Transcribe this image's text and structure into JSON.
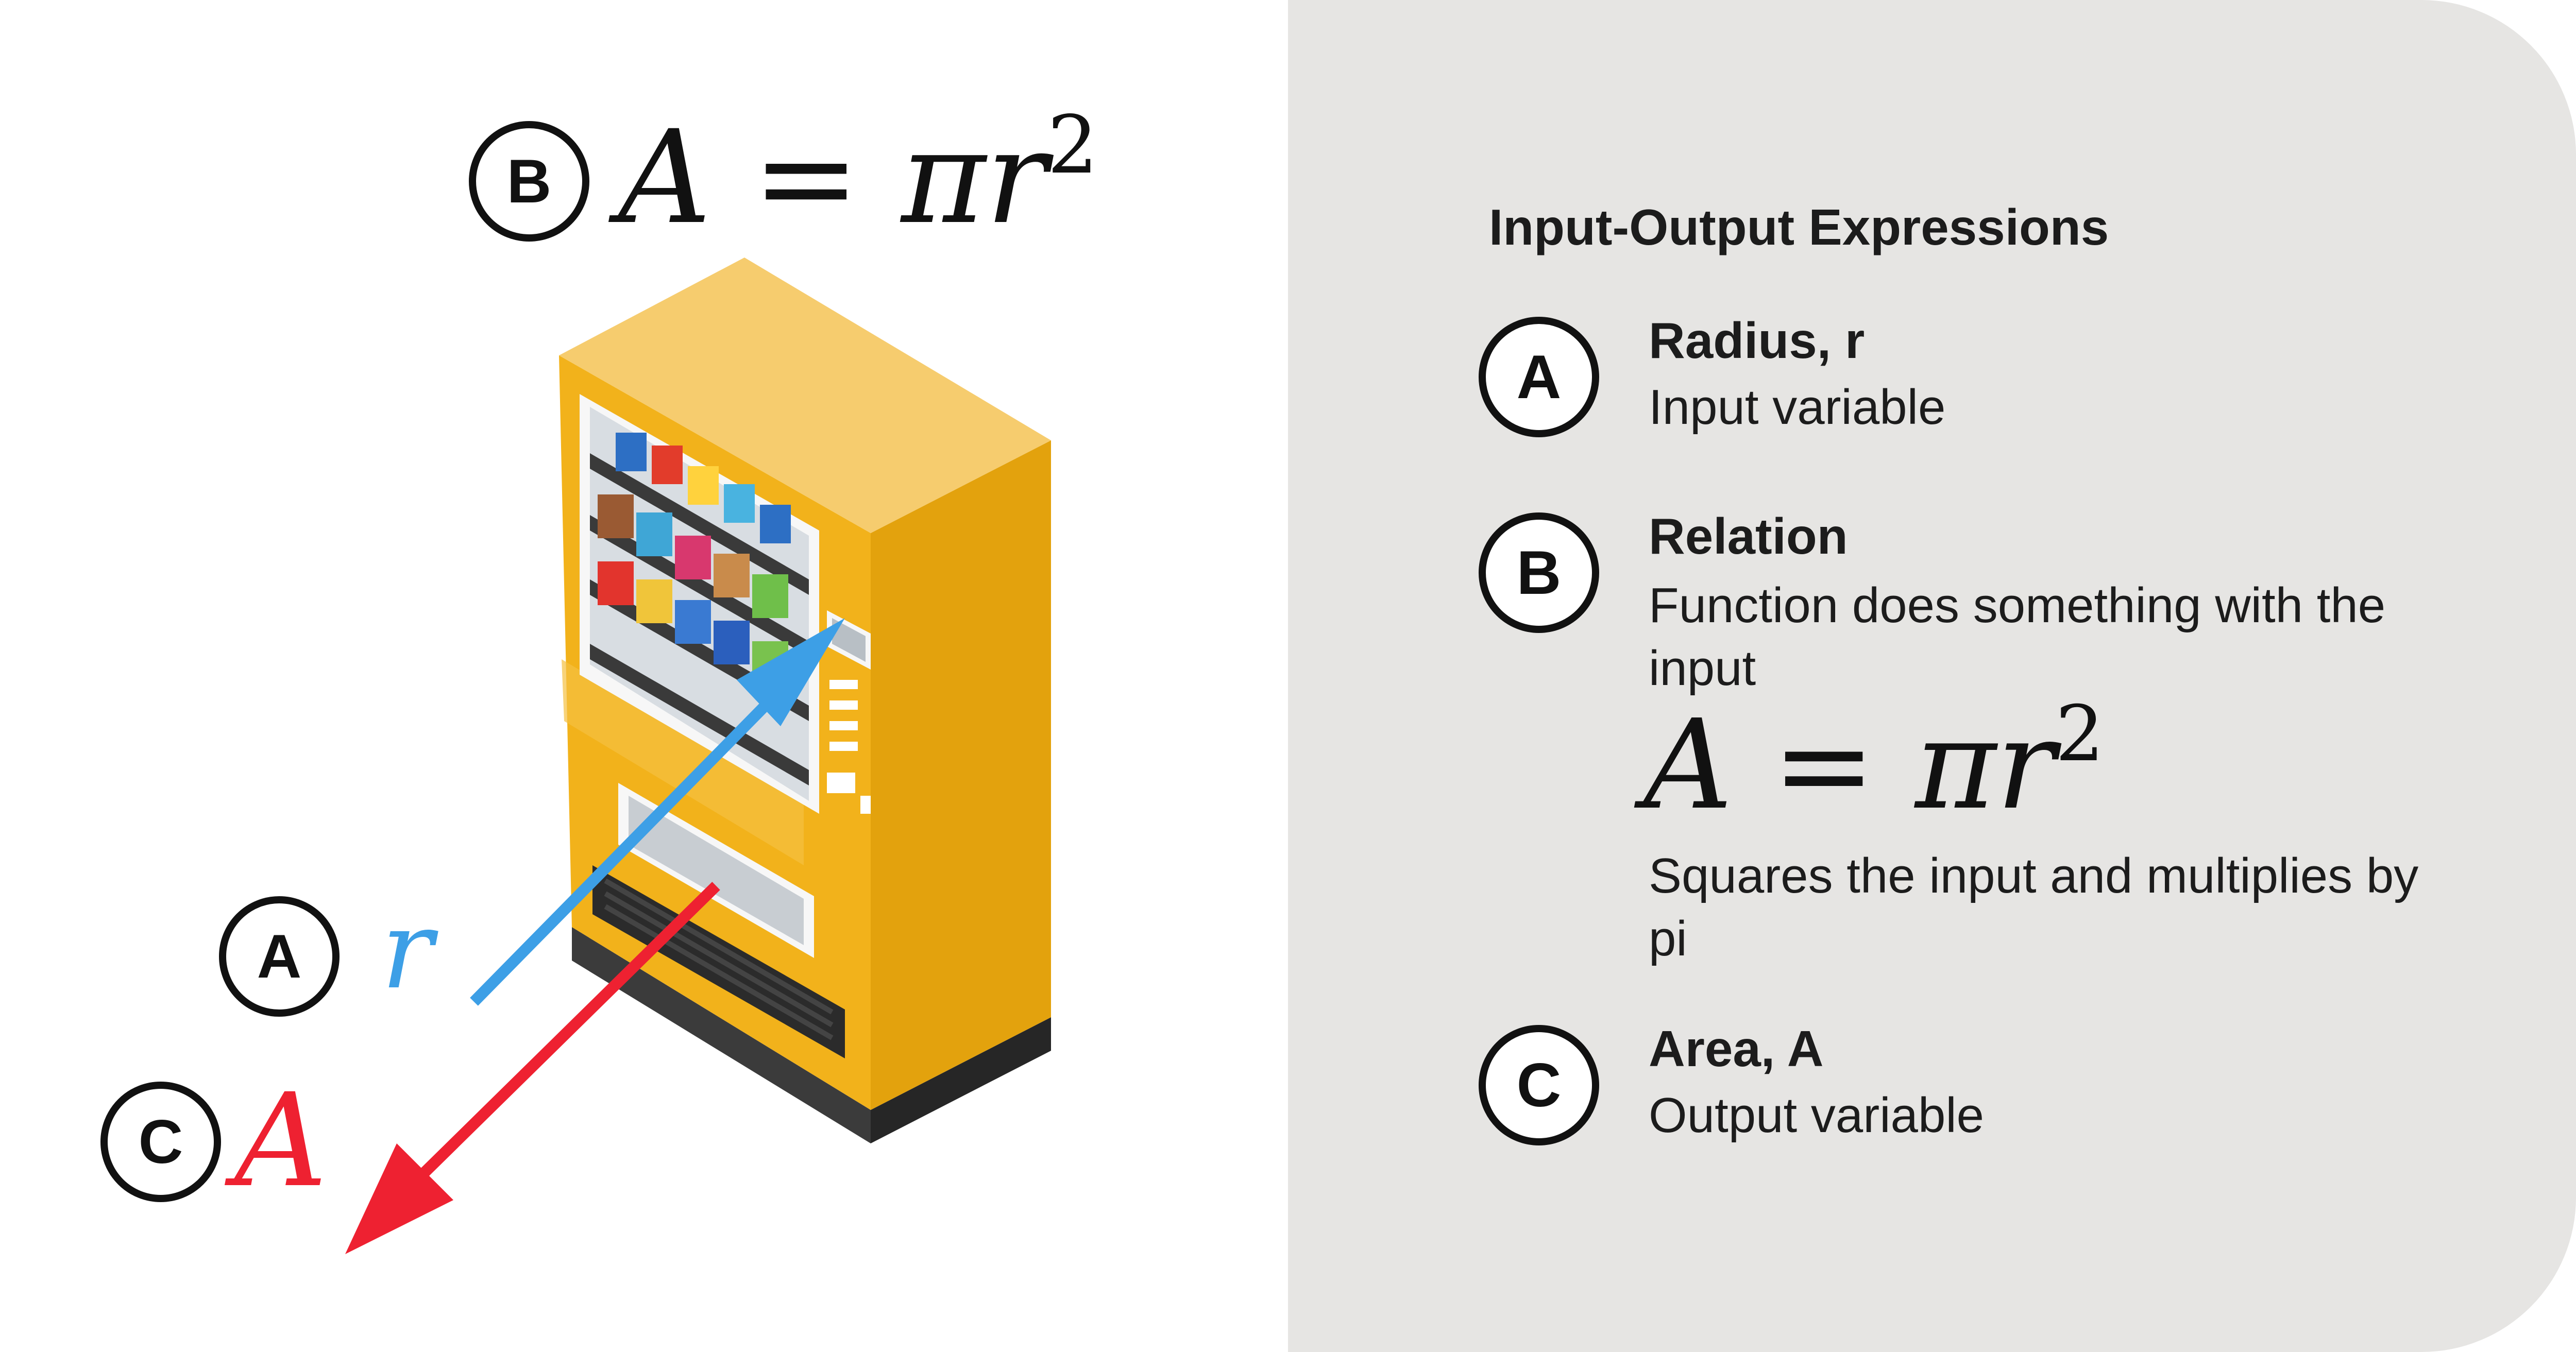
{
  "panel": {
    "heading": "Input-Output Expressions",
    "items": [
      {
        "badge": "A",
        "title": "Radius, r",
        "description": "Input variable"
      },
      {
        "badge": "B",
        "title": "Relation",
        "description": "Function does something with the input",
        "formula": {
          "lhs": "A",
          "eq": "=",
          "pi": "π",
          "var": "r",
          "exp": "2"
        },
        "note": "Squares the input and multiplies by pi"
      },
      {
        "badge": "C",
        "title": "Area, A",
        "description": "Output variable"
      }
    ]
  },
  "diagram": {
    "top_formula": {
      "badge": "B",
      "lhs": "A",
      "eq": "=",
      "pi": "π",
      "var": "r",
      "exp": "2"
    },
    "input_label": {
      "badge": "A",
      "symbol": "r"
    },
    "output_label": {
      "badge": "C",
      "symbol": "A"
    },
    "colors": {
      "input_arrow": "#3d9fe6",
      "output_arrow": "#ee2131",
      "machine_body": "#efa912",
      "machine_top": "#f6cc6e",
      "panel_bg": "#e6e5e3"
    }
  }
}
